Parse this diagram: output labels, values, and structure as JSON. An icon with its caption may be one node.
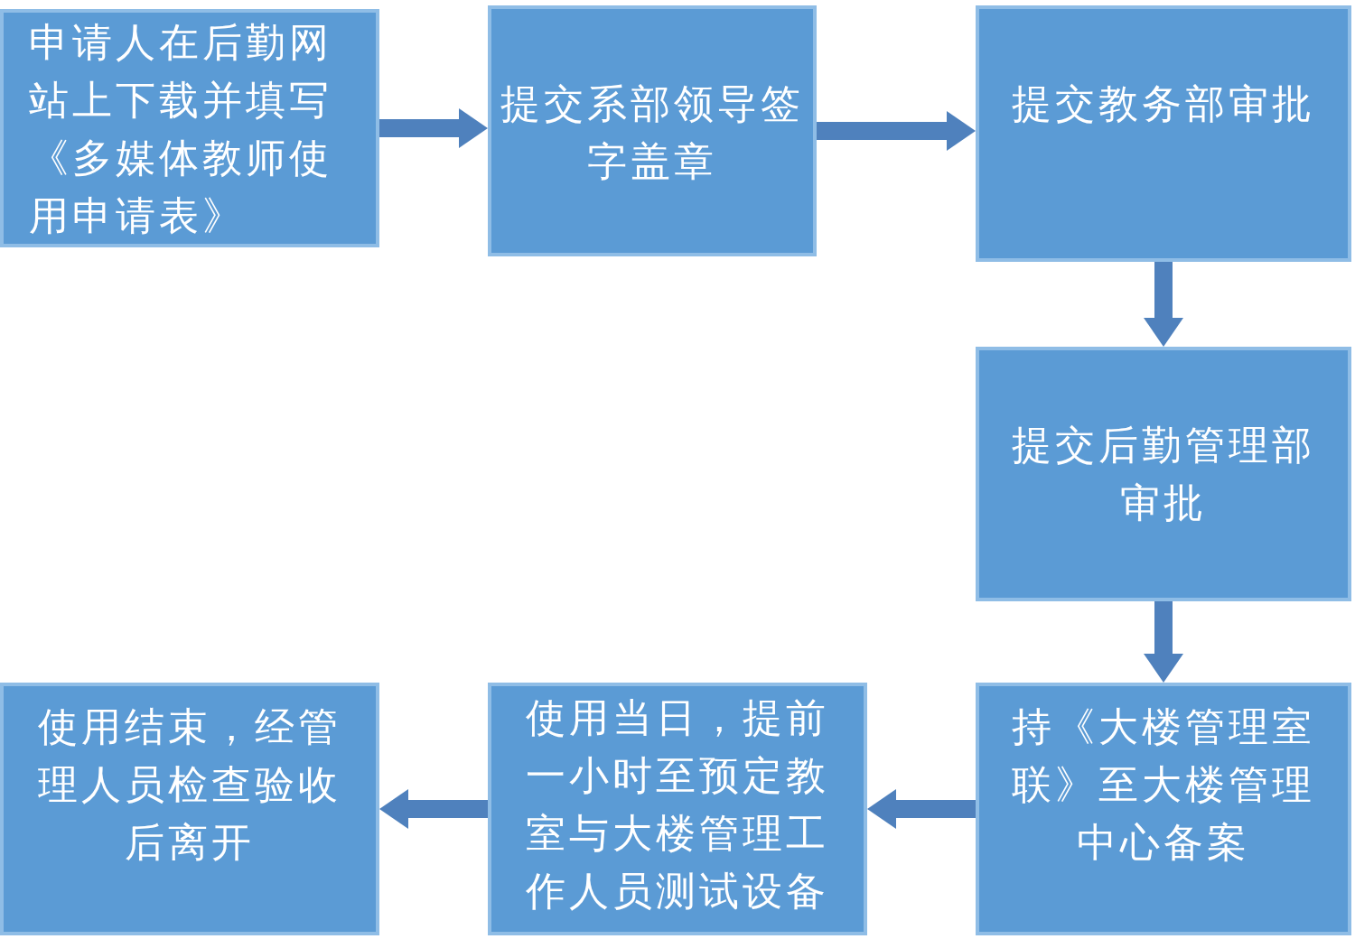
{
  "diagram": {
    "nodes": [
      {
        "text": [
          "申请人在后勤网站上下载并填写《多媒体教师使用申请表》"
        ]
      },
      {
        "text": [
          "提交系部领导签字盖章"
        ]
      },
      {
        "text": [
          "提交教务部审批"
        ]
      },
      {
        "text": [
          "提交后勤管理部审批"
        ]
      },
      {
        "text": [
          "持《大楼管理室联》至大楼管理中心备案"
        ]
      },
      {
        "text": [
          "使用当日，提前一小时至预定教室与大楼管理工作人员测试设备"
        ]
      },
      {
        "text": [
          "使用结束，经管理人员检查验收后离开"
        ]
      }
    ],
    "edges": [
      {
        "from": 0,
        "to": 1,
        "arrow": "to"
      },
      {
        "from": 1,
        "to": 2,
        "arrow": "to"
      },
      {
        "from": 2,
        "to": 3,
        "arrow": "to"
      },
      {
        "from": 3,
        "to": 4,
        "arrow": "to"
      },
      {
        "from": 4,
        "to": 5,
        "arrow": "to"
      },
      {
        "from": 5,
        "to": 6,
        "arrow": "to"
      }
    ]
  }
}
